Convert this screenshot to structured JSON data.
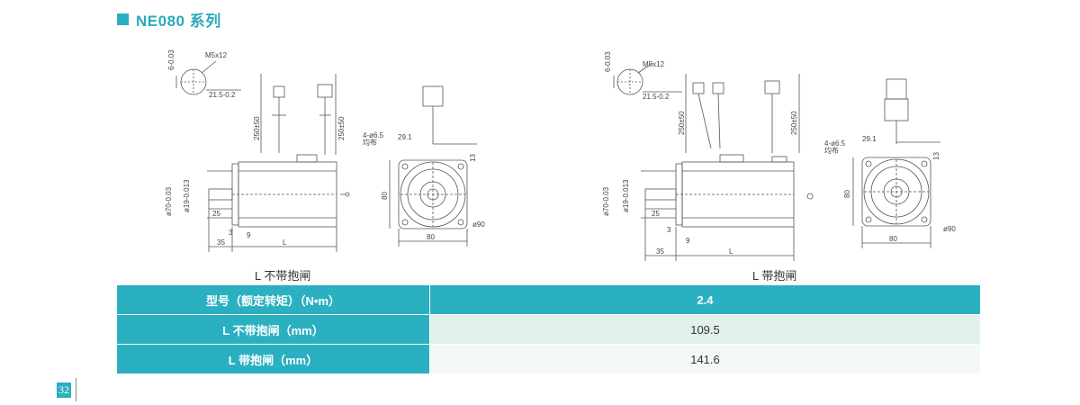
{
  "section_title": "NE080 系列",
  "drawings": {
    "left_caption": "L 不带抱闸",
    "right_caption": "L 带抱闸",
    "labels": {
      "thread": "M5x12",
      "key_depth": "6-0.03",
      "key_depth_right": "6-0.03",
      "shaft_height": "21.5-0.2",
      "cable1": "250±50",
      "cable2": "250±50",
      "holes": "4-ø6.5",
      "holes_note": "均布",
      "offset": "29.1",
      "flange_edge": "13",
      "pilot_dia": "ø70-0.03",
      "shaft_dia": "ø19-0.013",
      "shaft_len": "25",
      "dim_3": "3",
      "dim_9": "9",
      "dim_35": "35",
      "dim_L": "L",
      "flange_h": "80",
      "flange_w": "80",
      "pcd": "ø90"
    }
  },
  "spec_table": {
    "rows": [
      {
        "label": "型号（额定转矩）（N•m）",
        "value": "2.4"
      },
      {
        "label": "L 不带抱闸（mm）",
        "value": "109.5"
      },
      {
        "label": "L 带抱闸（mm）",
        "value": "141.6"
      }
    ]
  },
  "page_number": "32",
  "colors": {
    "accent": "#2ab0c0",
    "row_alt1": "#e2f0ec",
    "row_alt2": "#f2f8f6",
    "line": "#555555"
  }
}
